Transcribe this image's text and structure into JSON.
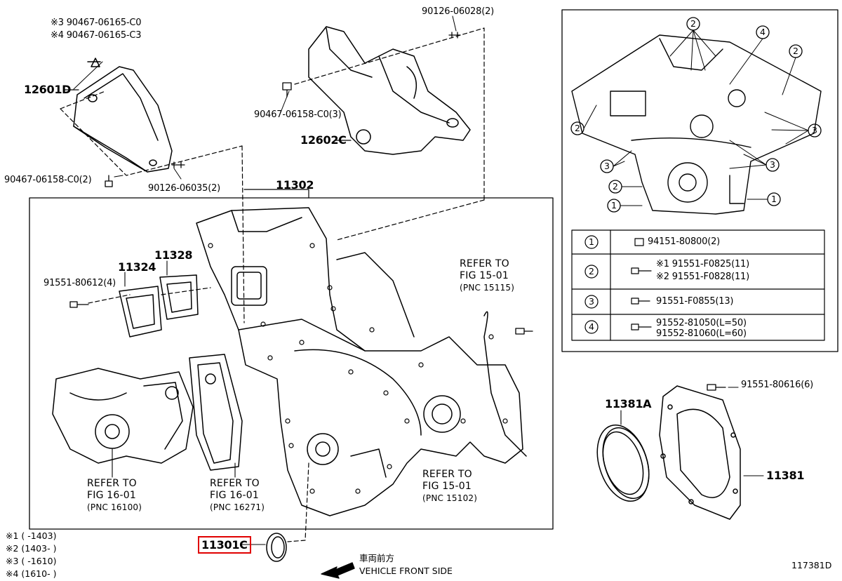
{
  "labels": {
    "p12601d": "12601D",
    "p12602c": "12602C",
    "p11302": "11302",
    "p11324": "11324",
    "p11328": "11328",
    "p11381a": "11381A",
    "p11381": "11381",
    "p11301c": "11301C"
  },
  "part_numbers": {
    "n90467_06165_c0": "※3 90467-06165-C0",
    "n90467_06165_c3": "※4 90467-06165-C3",
    "n90126_06028": "90126-06028(2)",
    "n90467_06158_c0_3": "90467-06158-C0(3)",
    "n90467_06158_c0_2": "90467-06158-C0(2)",
    "n90126_06035": "90126-06035(2)",
    "n91551_80612": "91551-80612(4)",
    "n91551_80616": "91551-80616(6)"
  },
  "refs": {
    "ref_15115": {
      "line1": "REFER TO",
      "line2": "FIG 15-01",
      "line3": "(PNC 15115)"
    },
    "ref_15102": {
      "line1": "REFER TO",
      "line2": "FIG 15-01",
      "line3": "(PNC 15102)"
    },
    "ref_16100": {
      "line1": "REFER TO",
      "line2": "FIG 16-01",
      "line3": "(PNC 16100)"
    },
    "ref_16271": {
      "line1": "REFER TO",
      "line2": "FIG 16-01",
      "line3": "(PNC 16271)"
    }
  },
  "legend_rows": [
    {
      "num": "1",
      "parts": [
        "94151-80800(2)"
      ]
    },
    {
      "num": "2",
      "parts": [
        "※1 91551-F0825(11)",
        "※2 91551-F0828(11)"
      ]
    },
    {
      "num": "3",
      "parts": [
        "91551-F0855(13)"
      ]
    },
    {
      "num": "4",
      "parts": [
        "91552-81050(L=50)",
        "91552-81060(L=60)"
      ]
    }
  ],
  "inset_callouts": [
    "1",
    "2",
    "3",
    "4"
  ],
  "footnotes": [
    "※1 (      -1403)",
    "※2 (1403-      )",
    "※3 (      -1610)",
    "※4 (1610-      )"
  ],
  "direction": {
    "jp": "車両前方",
    "en": "VEHICLE FRONT SIDE"
  },
  "figure_code": "117381D",
  "colors": {
    "line": "#000000",
    "highlight": "#e00000",
    "background": "#ffffff"
  }
}
